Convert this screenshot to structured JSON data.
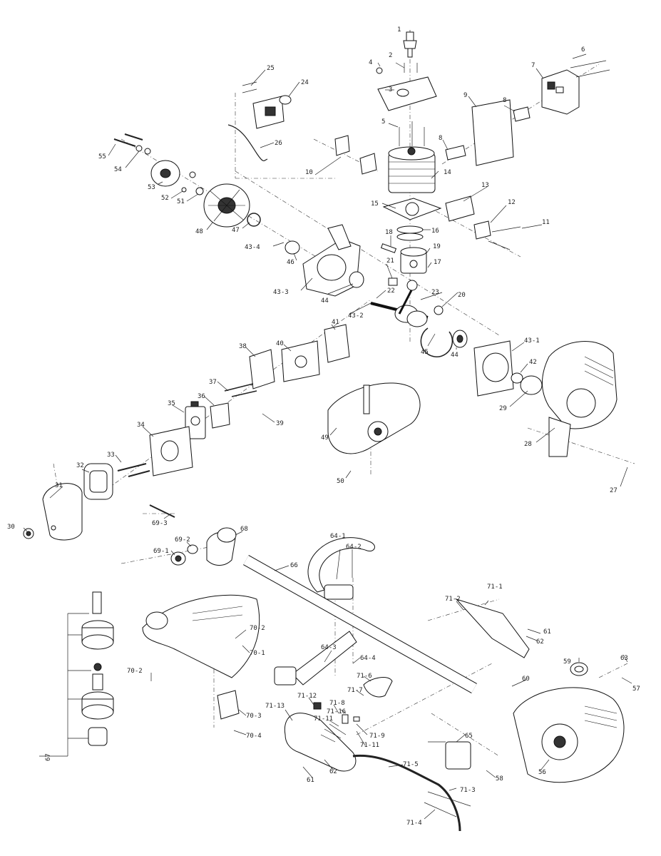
{
  "labels": {
    "l1": "1",
    "l2": "2",
    "l3": "3",
    "l4": "4",
    "l5": "5",
    "l6": "6",
    "l7": "7",
    "l8a": "8",
    "l8b": "8",
    "l9": "9",
    "l10": "10",
    "l11": "11",
    "l12": "12",
    "l13": "13",
    "l14": "14",
    "l15": "15",
    "l16": "16",
    "l17": "17",
    "l18": "18",
    "l19": "19",
    "l20": "20",
    "l21": "21",
    "l22": "22",
    "l23": "23",
    "l24": "24",
    "l25": "25",
    "l26": "26",
    "l27": "27",
    "l28": "28",
    "l29": "29",
    "l30": "30",
    "l31": "31",
    "l32": "32",
    "l33": "33",
    "l34": "34",
    "l35": "35",
    "l36": "36",
    "l37": "37",
    "l38": "38",
    "l39": "39",
    "l40": "40",
    "l41": "41",
    "l42": "42",
    "l43_1": "43-1",
    "l43_2": "43-2",
    "l43_3": "43-3",
    "l43_4": "43-4",
    "l44a": "44",
    "l44b": "44",
    "l45": "45",
    "l46": "46",
    "l47": "47",
    "l48": "48",
    "l49": "49",
    "l50": "50",
    "l51": "51",
    "l52": "52",
    "l53": "53",
    "l54": "54",
    "l55": "55",
    "l56": "56",
    "l57": "57",
    "l58": "58",
    "l59": "59",
    "l60": "60",
    "l61a": "61",
    "l61b": "61",
    "l62a": "62",
    "l62b": "62",
    "l63": "63",
    "l64_1": "64-1",
    "l64_2": "64-2",
    "l64_3": "64-3",
    "l64_4": "64-4",
    "l65": "65",
    "l66": "66",
    "l67": "67",
    "l68": "68",
    "l69_1": "69-1",
    "l69_2": "69-2",
    "l69_3": "69-3",
    "l70_1": "70-1",
    "l70_2a": "70-2",
    "l70_2b": "70-2",
    "l70_3": "70-3",
    "l70_4": "70-4",
    "l71_1": "71-1",
    "l71_2": "71-2",
    "l71_3": "71-3",
    "l71_4": "71-4",
    "l71_5": "71-5",
    "l71_6": "71-6",
    "l71_7": "71-7",
    "l71_8": "71-8",
    "l71_9": "71-9",
    "l71_11a": "71-11",
    "l71_11b": "71-11",
    "l71_12": "71-12",
    "l71_13": "71-13",
    "l71_16": "71-16"
  }
}
